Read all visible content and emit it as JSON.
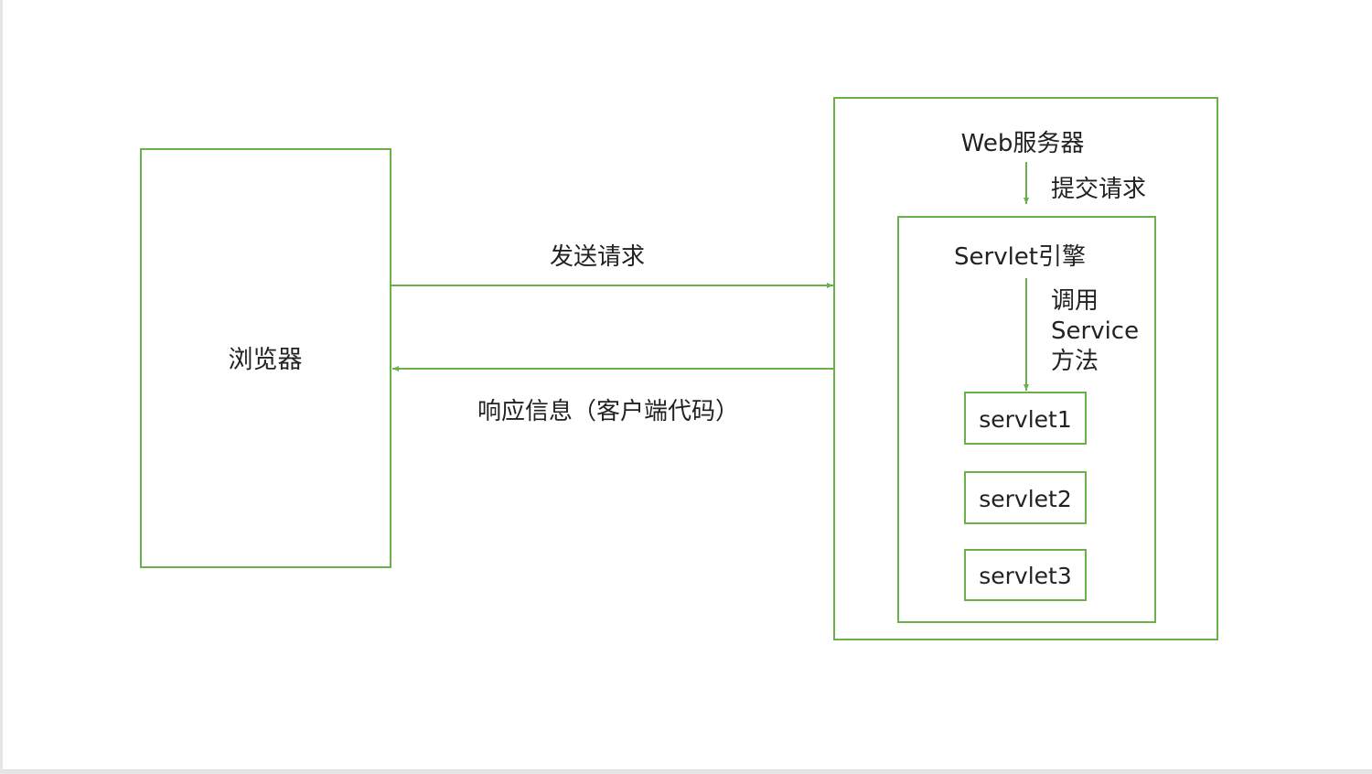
{
  "colors": {
    "line": "#6ab04c",
    "text": "#222222",
    "background": "#ffffff"
  },
  "diagram": {
    "browser": {
      "label": "浏览器"
    },
    "web_server": {
      "label": "Web服务器"
    },
    "submit_request": {
      "label": "提交请求"
    },
    "servlet_engine": {
      "label": "Servlet引擎"
    },
    "call_service": {
      "lines": [
        "调用",
        "Service",
        "方法"
      ]
    },
    "servlets": [
      {
        "label": "servlet1"
      },
      {
        "label": "servlet2"
      },
      {
        "label": "servlet3"
      }
    ],
    "send_request": {
      "label": "发送请求"
    },
    "response": {
      "label": "响应信息（客户端代码）"
    }
  }
}
